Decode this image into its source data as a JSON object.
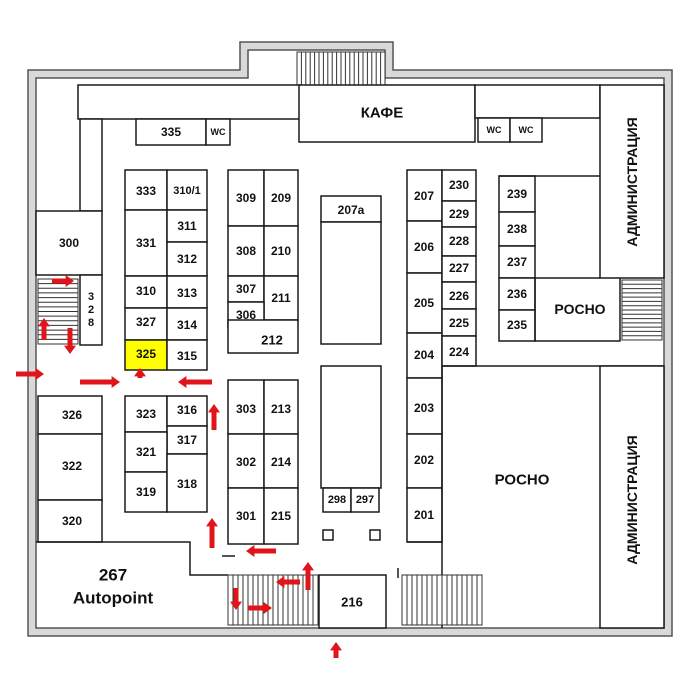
{
  "colors": {
    "wall": "#555555",
    "wall_fill": "#d9d9d9",
    "highlight": "#ffff00",
    "arrow": "#e0141b"
  },
  "labels": {
    "cafe": "КАФЕ",
    "wc": "WC",
    "admin_top": "АДМИНИСТРАЦИЯ",
    "admin_bottom": "АДМИНИСТРАЦИЯ",
    "rosno_top": "РОСНО",
    "rosno_bottom": "РОСНО",
    "autopoint_num": "267",
    "autopoint_name": "Autopoint",
    "room_328": "3 2 8"
  },
  "rooms": {
    "r335": "335",
    "r300": "300",
    "r333": "333",
    "r310_1": "310/1",
    "r311": "311",
    "r331": "331",
    "r312": "312",
    "r310": "310",
    "r313": "313",
    "r327": "327",
    "r314": "314",
    "r325": "325",
    "r315": "315",
    "r323": "323",
    "r316": "316",
    "r317": "317",
    "r321": "321",
    "r319": "319",
    "r318": "318",
    "r326": "326",
    "r322": "322",
    "r320": "320",
    "r309": "309",
    "r209": "209",
    "r308": "308",
    "r210": "210",
    "r307": "307",
    "r211": "211",
    "r306": "306",
    "r212": "212",
    "r303": "303",
    "r213": "213",
    "r302": "302",
    "r214": "214",
    "r301": "301",
    "r215": "215",
    "r207a": "207а",
    "r298": "298",
    "r297": "297",
    "r207": "207",
    "r230": "230",
    "r229": "229",
    "r206": "206",
    "r228": "228",
    "r227": "227",
    "r205": "205",
    "r226": "226",
    "r225": "225",
    "r204": "204",
    "r224": "224",
    "r203": "203",
    "r202": "202",
    "r201": "201",
    "r239": "239",
    "r238": "238",
    "r237": "237",
    "r236": "236",
    "r235": "235",
    "r216": "216"
  },
  "highlighted_room": "325"
}
